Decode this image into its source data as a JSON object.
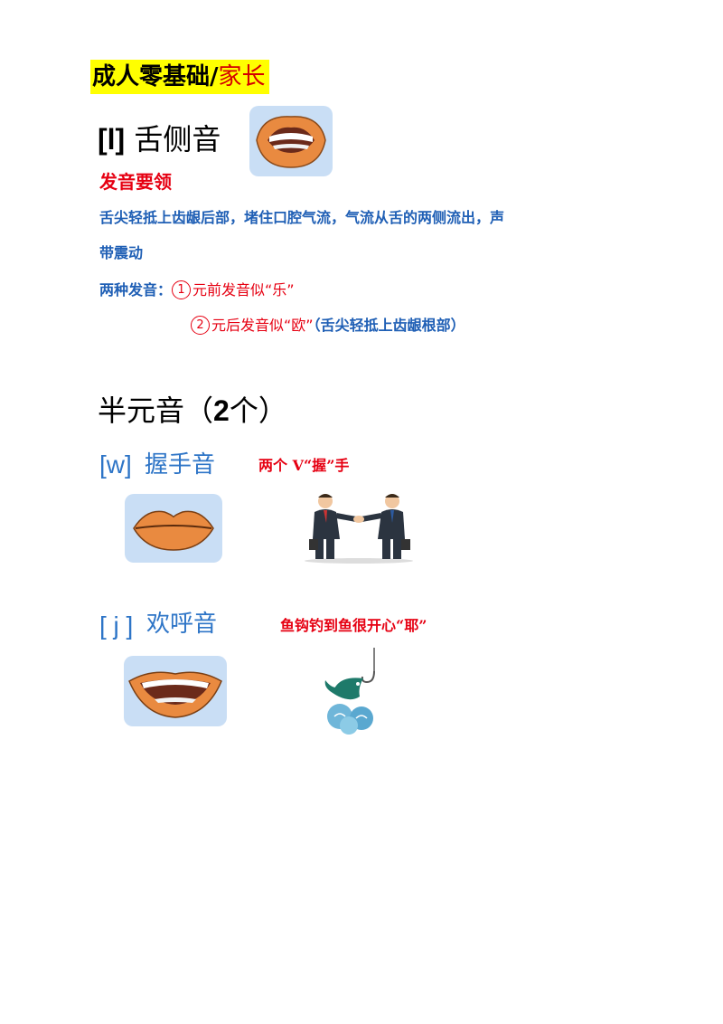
{
  "header": {
    "title_main": "成人零基础/",
    "title_accent": "家长"
  },
  "section_l": {
    "phonetic": "[l]",
    "name": "舌侧音",
    "subheading": "发音要领",
    "description_line1": "舌尖轻抵上齿龈后部，堵住口腔气流，气流从舌的两侧流出，声",
    "description_line2": "带震动",
    "two_sounds_label": "两种发音：",
    "sound1_number": "1",
    "sound1_text": "元前发音似“乐”",
    "sound2_number": "2",
    "sound2_text": "元后发音似“欧”",
    "sound2_note": "（舌尖轻抵上齿龈根部）"
  },
  "semivowels": {
    "heading": "半元音",
    "count_open": "（",
    "count": "2",
    "count_unit": "个）",
    "w": {
      "phonetic": "[w]",
      "name": "握手音",
      "tip": "两个 V“握”手"
    },
    "j": {
      "phonetic": "[ j ]",
      "name": "欢呼音",
      "tip": "鱼钩钓到鱼很开心“耶”"
    }
  },
  "colors": {
    "highlight": "#ffff00",
    "accent_red": "#e60012",
    "accent_blue": "#1f5fb5",
    "lip_orange": "#e98a40",
    "tile_bg": "#c9def5"
  },
  "icons": [
    "open-mouth-teeth-icon",
    "closed-lips-icon",
    "handshake-businessmen-icon",
    "smiling-mouth-icon",
    "fish-on-hook-icon"
  ]
}
